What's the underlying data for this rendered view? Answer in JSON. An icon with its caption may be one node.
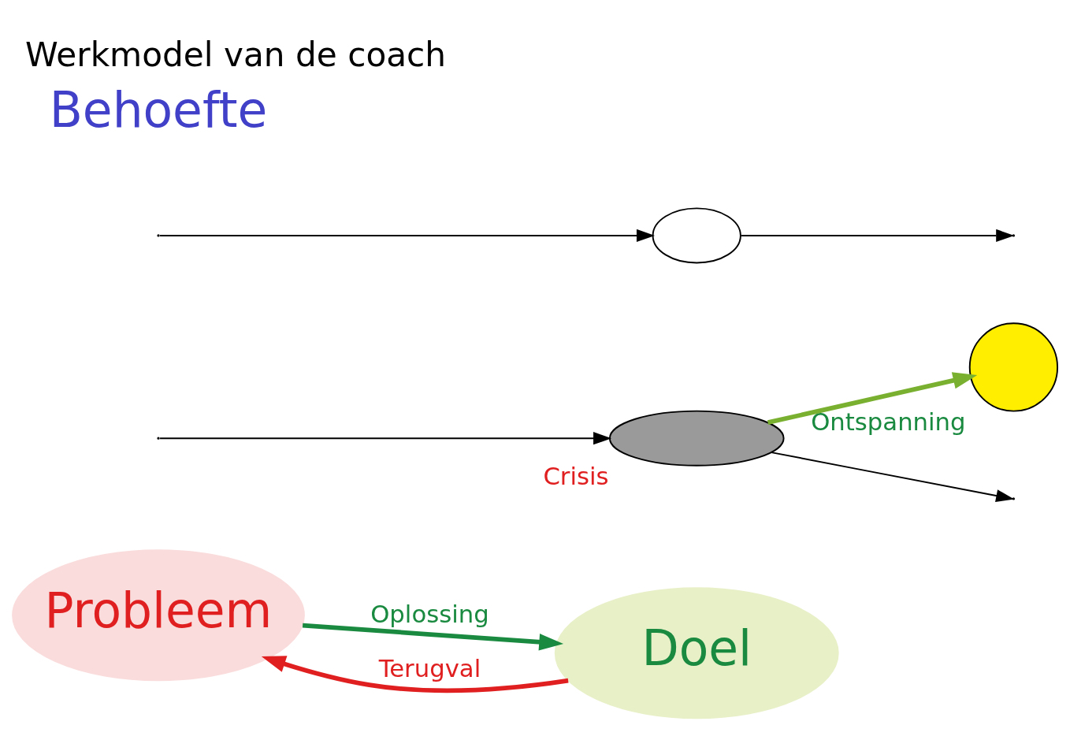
{
  "diagram": {
    "title": "Werkmodel van de coach",
    "nodes": [
      {
        "text": [
          "Probleem"
        ]
      },
      {
        "text": [
          "Doel"
        ]
      },
      {
        "text": [],
        "shape": "cloud",
        "beside": [
          "Crisis"
        ]
      },
      {
        "text": [],
        "shape": "circle",
        "beside": [
          "Ontspanning"
        ]
      },
      {
        "text": [],
        "shape": "cloud"
      }
    ],
    "edges": [
      {
        "from": 0,
        "to": 1,
        "arrow": "to",
        "label": "Oplossing",
        "style": "thick",
        "color": "#1a8a40"
      },
      {
        "from": 1,
        "to": 0,
        "arrow": "to",
        "label": "Terugval",
        "style": "thick",
        "color": "#e02020"
      },
      {
        "from": 2,
        "to": 3,
        "arrow": "to",
        "style": "thick",
        "color": "#7ab030"
      },
      {
        "from": null,
        "to": 2,
        "arrow": "to"
      },
      {
        "from": 2,
        "to": null,
        "arrow": "to"
      },
      {
        "from": null,
        "to": 4,
        "arrow": "to"
      },
      {
        "from": 4,
        "to": null,
        "arrow": "to"
      }
    ],
    "labels": [
      "Behoefte"
    ]
  }
}
